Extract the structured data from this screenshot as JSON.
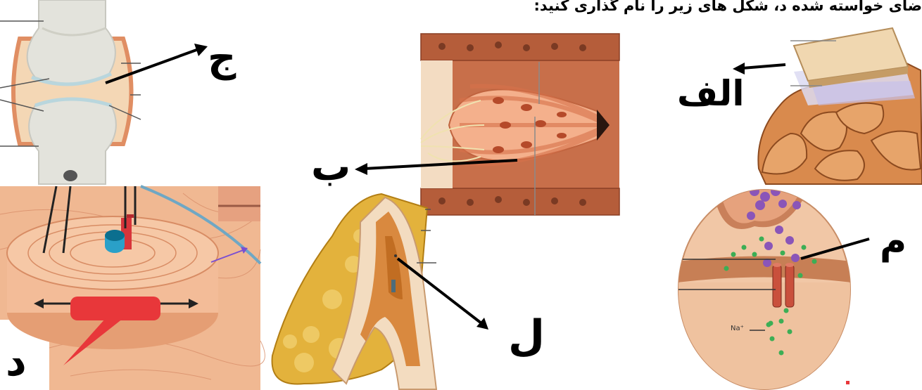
{
  "header": {
    "instruction": "ضای خواسته شده د، شکل های زیر را نام گذاری کنید:"
  },
  "labels": {
    "alef": "الف",
    "be": "ب",
    "jim": "ج",
    "dal": "د",
    "lam": "ل",
    "mim": "م"
  },
  "figures": {
    "receptor_panel": {
      "ion_label": "Na⁺"
    }
  },
  "colors": {
    "skin_tone": "#e8a47e",
    "bone": "#e4e4dc",
    "adipose": "#e3b23c",
    "membrane": "#c9805a",
    "vesicle": "#8a55b8",
    "ion": "#3cae55",
    "channel": "#c9503c",
    "marker_red": "#e8373a"
  }
}
